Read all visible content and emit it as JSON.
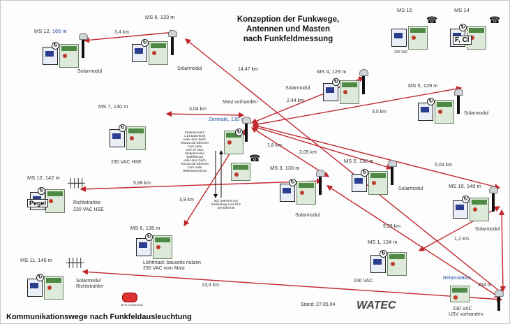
{
  "title_lines": [
    "Konzeption der Funkwege,",
    "Antennen und Masten",
    "nach Funkfeldmessung"
  ],
  "bottom_title": "Kommunikationswege nach Funkfeldausleuchtung",
  "stand": "Stand: 27.05.04",
  "logo_left_text": "MFW Funktechnik",
  "logo_right_text": "WATEC",
  "stations": {
    "ms12_165": {
      "name": "MS 12",
      "height": "165 m",
      "note": "Solarmodul"
    },
    "ms6_133": {
      "name": "MS 6",
      "height": "133 m",
      "note": "Solarmodul"
    },
    "ms15": {
      "name": "MS 15",
      "note": "230 VAC"
    },
    "ms14": {
      "name": "MS 14",
      "plate": "F, Cl"
    },
    "ms4": {
      "name": "MS 4",
      "height": "129 m",
      "note": "Solarmodul"
    },
    "ms5": {
      "name": "MS 5",
      "height": "129 m",
      "note": "Solarmodul"
    },
    "ms7": {
      "name": "MS 7",
      "height": "140 m",
      "note": "230 VAC HSE"
    },
    "zentrale": {
      "name": "Zentrale",
      "height": "130 m",
      "note": "Mast vorhanden"
    },
    "ms3": {
      "name": "MS 3",
      "height": "130 m",
      "note": "Solarmodul"
    },
    "ms2": {
      "name": "MS 2",
      "height": "132 m",
      "note": "Solarmodul"
    },
    "ms10": {
      "name": "MS 10",
      "height": "140 m",
      "note": "Solarmodul"
    },
    "ms12_142": {
      "name": "MS 12",
      "height": "142 m",
      "plate": "Pegel",
      "note_lines": [
        "Richtstrahler",
        "230 VAC HSE"
      ]
    },
    "ms6_135": {
      "name": "MS 6",
      "height": "135 m",
      "note_lines": [
        "Lichtmast: bauseits nutzen",
        "230 VAC vom Mast"
      ]
    },
    "ms1": {
      "name": "MS 1",
      "height": "134 m",
      "note": "230 VAC"
    },
    "ms11": {
      "name": "MS 11",
      "height": "145 m",
      "note_lines": [
        "Solarmodul",
        "Richtstrahler"
      ]
    },
    "relais": {
      "name": "Relaisstation",
      "note_lines": [
        "230 VAC",
        "USV vorhanden"
      ]
    }
  },
  "links": {
    "l1": "3,4 km",
    "l2": "14,47 km",
    "l3": "2,44 km",
    "l4": "3,5 km",
    "l5": "3,04 km",
    "l6": "1,8 km",
    "l7": "2,05 km",
    "l8": "5,04 km",
    "l9": "5,66 km",
    "l10": "3,9 km",
    "l11": "9,23 km",
    "l12": "1,2 km",
    "l13": "13,4 km",
    "l14": "254 m"
  },
  "center_notes": {
    "modem": [
      "Modemmodul",
      "1:24 Datenfunk",
      "unter dem Dach",
      "RS232 auf Ethernet",
      "Com node",
      "USV 27 VDC",
      "Modemmodul",
      "Wählleitung",
      "unter dem Dach",
      "RS232 auf Ethernet",
      "Com node",
      "Telefonanschluss"
    ],
    "iec": [
      "IEC 60870-5-101",
      "Einbindung zum PLS",
      "per Ethernet"
    ]
  },
  "colors": {
    "link": "#c0282d",
    "text": "#333333",
    "accent_blue": "#1f4e9c"
  }
}
